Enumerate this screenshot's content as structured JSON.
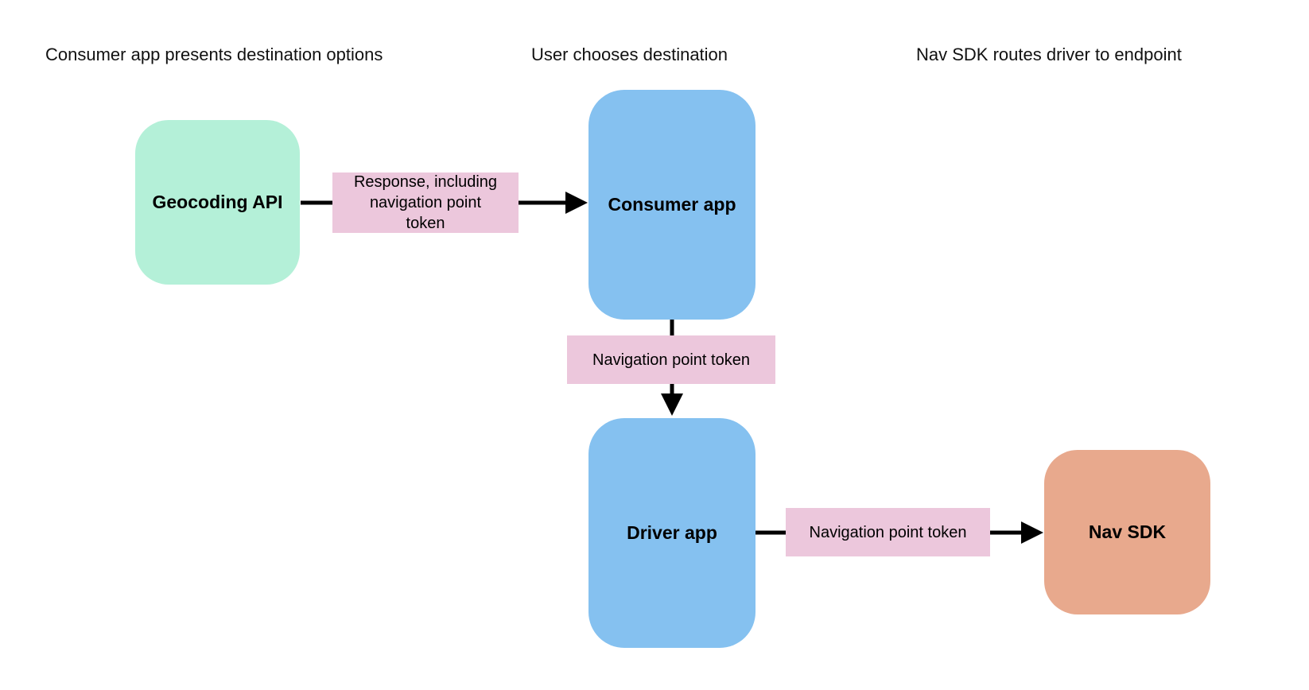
{
  "diagram": {
    "headers": [
      {
        "label": "Consumer app presents destination options"
      },
      {
        "label": "User chooses destination"
      },
      {
        "label": "Nav SDK routes driver to endpoint"
      }
    ],
    "nodes": [
      {
        "id": "geocoding-api",
        "label": "Geocoding API",
        "color": "#b4f0d8"
      },
      {
        "id": "consumer-app",
        "label": "Consumer app",
        "color": "#85c1f0"
      },
      {
        "id": "driver-app",
        "label": "Driver app",
        "color": "#85c1f0"
      },
      {
        "id": "nav-sdk",
        "label": "Nav SDK",
        "color": "#e8a98d"
      }
    ],
    "edges": [
      {
        "from": "geocoding-api",
        "to": "consumer-app",
        "label": "Response, including navigation point token"
      },
      {
        "from": "consumer-app",
        "to": "driver-app",
        "label": "Navigation point token"
      },
      {
        "from": "driver-app",
        "to": "nav-sdk",
        "label": "Navigation point token"
      }
    ],
    "colors": {
      "edge_label_bg": "#ecc7dc",
      "arrow": "#000000",
      "background": "#ffffff",
      "header_text": "#111111",
      "node_text": "#000000"
    }
  }
}
